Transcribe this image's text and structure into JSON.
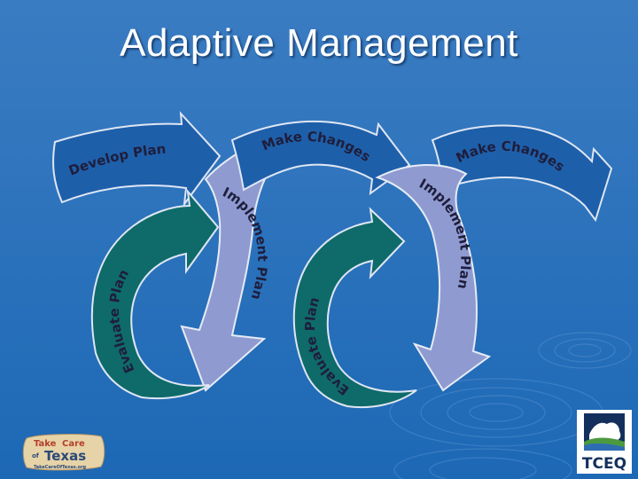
{
  "title": "Adaptive Management",
  "colors": {
    "background_top": "#3578bf",
    "background_bottom": "#1e67b3",
    "arrow_blue": "#1e5faa",
    "arrow_lavender": "#8f9bd0",
    "arrow_green": "#0f6b6a",
    "label_text": "#1e1e3c"
  },
  "diagram": {
    "labels": {
      "develop": "Develop Plan",
      "make_changes_1": "Make Changes",
      "make_changes_2": "Make Changes",
      "implement_1": "Implement Plan",
      "implement_2": "Implement Plan",
      "evaluate_1": "Evaluate Plan",
      "evaluate_2": "Evaluate Plan"
    }
  },
  "logos": {
    "take_care": {
      "line1_a": "Take",
      "line1_b": "Care",
      "line2_a": "of",
      "line2_b": "Texas",
      "url": "TakeCareOfTexas.org"
    },
    "tceq": {
      "text": "TCEQ"
    }
  }
}
